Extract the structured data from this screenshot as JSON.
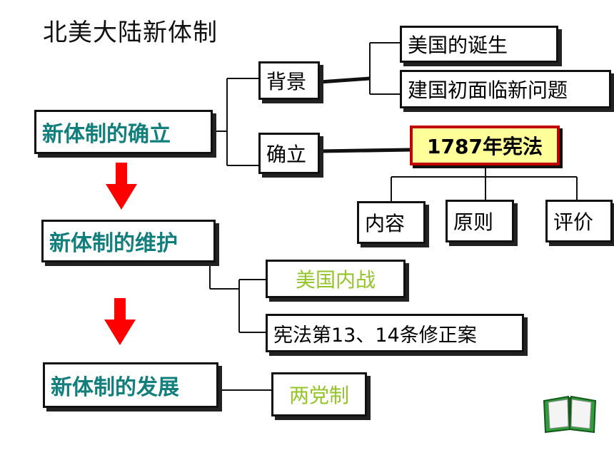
{
  "title": "北美大陆新体制",
  "nodes": {
    "establish": "新体制的确立",
    "background": "背景",
    "birth": "美国的诞生",
    "new_problems": "建国初面临新问题",
    "confirm": "确立",
    "constitution": "1787年宪法",
    "content": "内容",
    "principle": "原则",
    "evaluation": "评价",
    "maintain": "新体制的维护",
    "civil_war": "美国内战",
    "amendments": "宪法第13、14条修正案",
    "develop": "新体制的发展",
    "two_party": "两党制"
  },
  "colors": {
    "main_text": "#127f7c",
    "green_text": "#94c428",
    "arrow": "#ff0000",
    "constitution_fill": "#ffff99",
    "constitution_border": "#c00000"
  },
  "icons": [
    "down-arrow-icon",
    "book-icon"
  ]
}
